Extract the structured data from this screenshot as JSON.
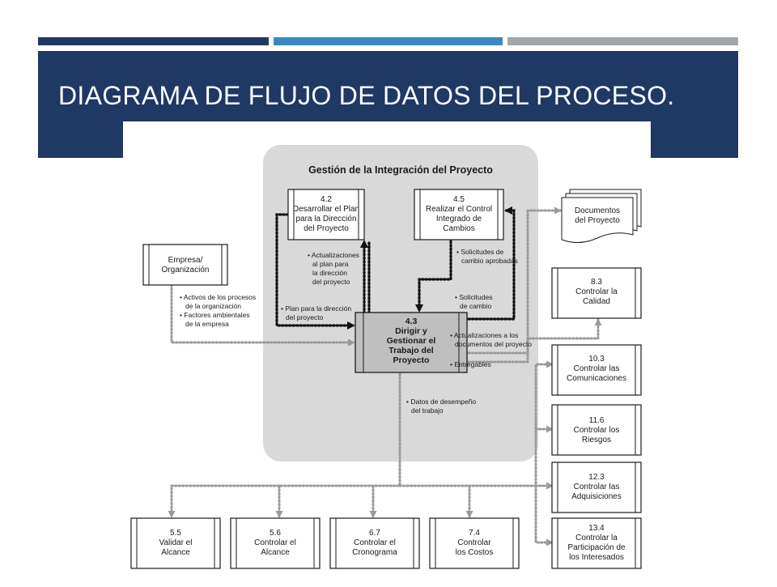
{
  "slide": {
    "title": "DIAGRAMA DE FLUJO DE DATOS DEL PROCESO."
  },
  "diagram": {
    "group_title": "Gestión de la Integración del Proyecto",
    "center": {
      "number": "4.3",
      "lines": [
        "Dirigir y",
        "Gestionar el",
        "Trabajo del",
        "Proyecto"
      ]
    },
    "p42": {
      "number": "4.2",
      "lines": [
        "Desarrollar el Plan",
        "para la Dirección",
        "del Proyecto"
      ]
    },
    "p45": {
      "number": "4.5",
      "lines": [
        "Realizar el Control",
        "Integrado de",
        "Cambios"
      ]
    },
    "empresa": {
      "lines": [
        "Empresa/",
        "Organización"
      ]
    },
    "documentos": {
      "lines": [
        "Documentos",
        "del Proyecto"
      ]
    },
    "right_boxes": [
      {
        "number": "8.3",
        "lines": [
          "Controlar la",
          "Calidad"
        ]
      },
      {
        "number": "10.3",
        "lines": [
          "Controlar las",
          "Comunicaciones"
        ]
      },
      {
        "number": "11.6",
        "lines": [
          "Controlar los",
          "Riesgos"
        ]
      },
      {
        "number": "12.3",
        "lines": [
          "Controlar las",
          "Adquisiciones"
        ]
      },
      {
        "number": "13.4",
        "lines": [
          "Controlar la",
          "Participación de",
          "los Interesados"
        ]
      }
    ],
    "bottom_boxes": [
      {
        "number": "5.5",
        "lines": [
          "Validar el",
          "Alcance"
        ]
      },
      {
        "number": "5.6",
        "lines": [
          "Controlar el",
          "Alcance"
        ]
      },
      {
        "number": "6.7",
        "lines": [
          "Controlar el",
          "Cronograma"
        ]
      },
      {
        "number": "7.4",
        "lines": [
          "Controlar",
          "los Costos"
        ]
      }
    ],
    "flows": {
      "activos": [
        "• Activos de los procesos",
        "de la organización",
        "• Factores ambientales",
        "de la empresa"
      ],
      "actualizaciones_plan": [
        "• Actualizaciones",
        "al plan para",
        "la dirección",
        "del proyecto"
      ],
      "plan_direccion": [
        "• Plan para la dirección",
        "del proyecto"
      ],
      "solicitudes_aprobadas": [
        "• Solicitudes de",
        "cambio aprobadas"
      ],
      "solicitudes_cambio": [
        "• Solicitudes",
        "de cambio"
      ],
      "actualizaciones_docs": [
        "• Actualizaciones a los",
        "documentos del proyecto"
      ],
      "entregables": [
        "• Entregables"
      ],
      "datos_desempeno": [
        "• Datos de desempeño",
        "del trabajo"
      ]
    }
  }
}
